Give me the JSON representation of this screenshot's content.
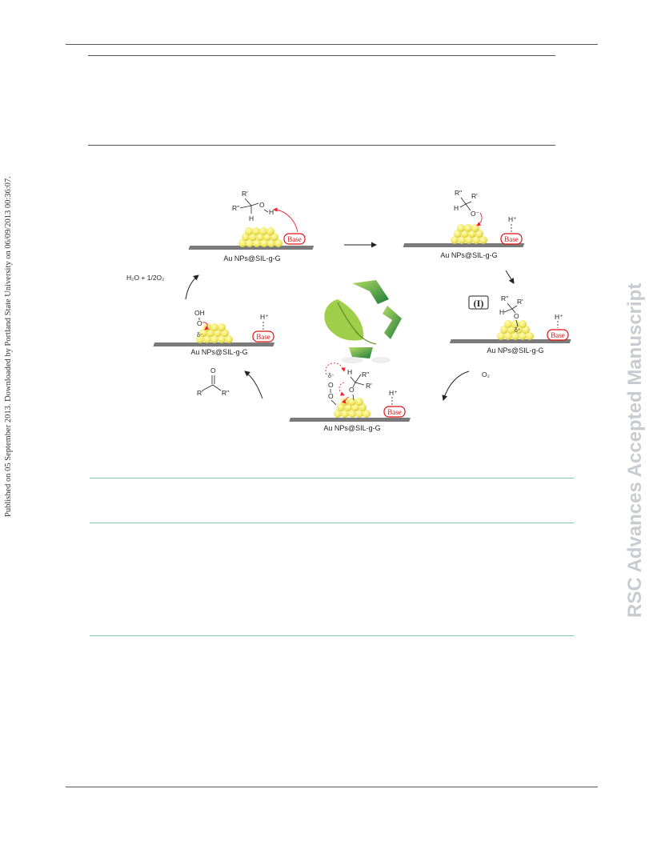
{
  "sidebar_left": "Published on 05 September 2013. Downloaded by Portland State University on 06/09/2013 00:36:07.",
  "sidebar_right": "RSC Advances Accepted Manuscript",
  "scheme": {
    "catalyst_label": "Au NPs@SIL-g-G",
    "base_label": "Base",
    "intermediate_label": "(I)",
    "byproduct": "H₂O + 1/2O₂",
    "oxidant": "O₂",
    "product": {
      "r1": "R'",
      "r2": "R\"",
      "o": "O"
    },
    "atoms": {
      "r_prime": "R'",
      "r_double": "R\"",
      "h": "H",
      "o": "O",
      "o_minus": "O⁻",
      "oh": "OH",
      "h_plus": "H⁺",
      "delta_plus": "δ⁺",
      "delta_minus": "δ⁻"
    }
  }
}
